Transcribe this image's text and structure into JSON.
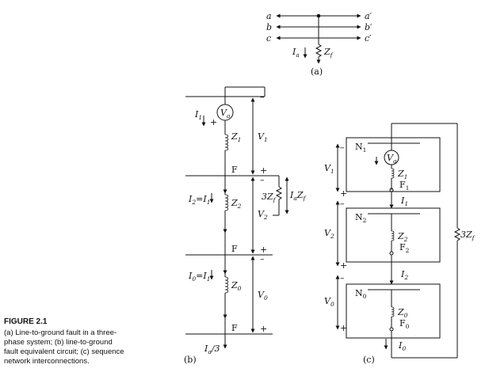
{
  "figure": {
    "title": "FIGURE 2.1",
    "caption_lines": [
      "(a) Line-to-ground fault in a three-",
      "phase system; (b) line-to-ground",
      "fault equivalent circuit; (c) sequence",
      "network interconnections."
    ]
  },
  "panel_a": {
    "label": "(a)",
    "left_lines": [
      "a",
      "b",
      "c"
    ],
    "right_lines": [
      "a′",
      "b′",
      "c′"
    ],
    "current_base": "I",
    "current_sub": "a",
    "impedance_base": "Z",
    "impedance_sub": "f"
  },
  "panel_b": {
    "label": "(b)",
    "source_base": "V",
    "source_sub": "a",
    "current_1": {
      "base": "I",
      "sub": "1"
    },
    "current_2": {
      "lhs_base": "I",
      "lhs_sub": "2",
      "eq": "=",
      "rhs_base": "I",
      "rhs_sub": "1"
    },
    "current_0": {
      "lhs_base": "I",
      "lhs_sub": "0",
      "eq": "=",
      "rhs_base": "I",
      "rhs_sub": "1"
    },
    "z1": {
      "base": "Z",
      "sub": "1"
    },
    "z2": {
      "base": "Z",
      "sub": "2"
    },
    "z0": {
      "base": "Z",
      "sub": "0"
    },
    "v1": {
      "base": "V",
      "sub": "1"
    },
    "v2": {
      "base": "V",
      "sub": "2"
    },
    "v0": {
      "base": "V",
      "sub": "0"
    },
    "node_f": "F",
    "zf3": {
      "pre": "3Z",
      "sub": "f"
    },
    "izf": {
      "b1": "I",
      "s1": "a",
      "b2": "Z",
      "s2": "f"
    },
    "bottom_current": {
      "base": "I",
      "sub": "a",
      "suffix": "/3"
    },
    "plus": "+",
    "minus": "–"
  },
  "panel_c": {
    "label": "(c)",
    "n1": {
      "base": "N",
      "sub": "1"
    },
    "n2": {
      "base": "N",
      "sub": "2"
    },
    "n0": {
      "base": "N",
      "sub": "0"
    },
    "f1": {
      "base": "F",
      "sub": "1"
    },
    "f2": {
      "base": "F",
      "sub": "2"
    },
    "f0": {
      "base": "F",
      "sub": "0"
    },
    "z1": {
      "base": "Z",
      "sub": "1"
    },
    "z2": {
      "base": "Z",
      "sub": "2"
    },
    "z0": {
      "base": "Z",
      "sub": "0"
    },
    "v1": {
      "base": "V",
      "sub": "1"
    },
    "v2": {
      "base": "V",
      "sub": "2"
    },
    "v0": {
      "base": "V",
      "sub": "0"
    },
    "i1": {
      "base": "I",
      "sub": "1"
    },
    "i2": {
      "base": "I",
      "sub": "2"
    },
    "i0": {
      "base": "I",
      "sub": "0"
    },
    "source_base": "V",
    "source_sub": "a",
    "zf3": {
      "pre": "3Z",
      "sub": "f"
    },
    "plus": "+",
    "minus": "–"
  }
}
